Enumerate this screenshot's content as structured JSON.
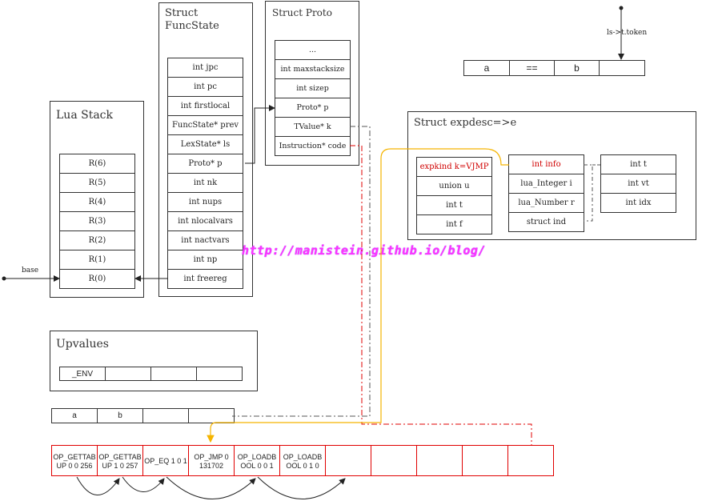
{
  "lua_stack": {
    "title": "Lua Stack",
    "registers": [
      "R(6)",
      "R(5)",
      "R(4)",
      "R(3)",
      "R(2)",
      "R(1)",
      "R(0)"
    ],
    "base_label": "base"
  },
  "funcstate": {
    "title_line1": "Struct",
    "title_line2": "FuncState",
    "fields": [
      "int jpc",
      "int pc",
      "int firstlocal",
      "FuncState* prev",
      "LexState* ls",
      "Proto* p",
      "int nk",
      "int nups",
      "int nlocalvars",
      "int nactvars",
      "int np",
      "int freereg"
    ]
  },
  "proto": {
    "title": "Struct Proto",
    "fields": [
      "...",
      "int maxstacksize",
      "int sizep",
      "Proto* p",
      "TValue* k",
      "Instruction* code"
    ]
  },
  "token": {
    "label": "ls->t.token",
    "cells": [
      "a",
      "==",
      "b",
      ""
    ]
  },
  "expdesc": {
    "title": "Struct expdesc=>e",
    "left_fields": [
      "expkind k=VJMP",
      "union u",
      "int t",
      "int f"
    ],
    "mid_fields": [
      "int info",
      "lua_Integer i",
      "lua_Number r",
      "struct ind"
    ],
    "right_fields": [
      "int t",
      "int vt",
      "int idx"
    ]
  },
  "watermark": "http://manistein.github.io/blog/",
  "upvalues": {
    "title": "Upvalues",
    "cells": [
      "_ENV",
      "",
      "",
      ""
    ]
  },
  "constants": {
    "cells": [
      "a",
      "b",
      "",
      ""
    ]
  },
  "code": {
    "cells": [
      [
        "OP_GETTAB",
        "UP 0 0 256"
      ],
      [
        "OP_GETTAB",
        "UP 1 0 257"
      ],
      [
        "OP_EQ 1 0 1",
        ""
      ],
      [
        "OP_JMP 0",
        "131702"
      ],
      [
        "OP_LOADB",
        "OOL 0 0 1"
      ],
      [
        "OP_LOADB",
        "OOL 0 1 0"
      ],
      [
        "",
        ""
      ],
      [
        "",
        ""
      ],
      [
        "",
        ""
      ],
      [
        "",
        ""
      ],
      [
        "",
        ""
      ]
    ]
  },
  "colors": {
    "red": "#e00000",
    "orange": "#f5b400",
    "gray": "#555555",
    "watermark": "#ff33ff"
  }
}
